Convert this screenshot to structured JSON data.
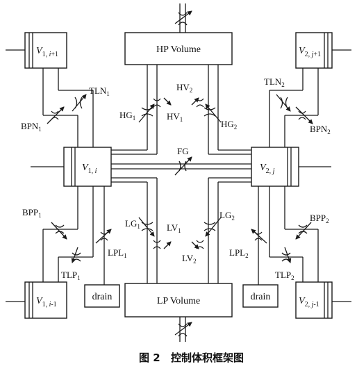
{
  "volumes": {
    "hp": "HP Volume",
    "lp": "LP Volume",
    "drain_left": "drain",
    "drain_right": "drain",
    "v1_i_plus": {
      "sym": "V",
      "sub": "1, ",
      "idx": "i",
      "suf": "+1"
    },
    "v2_j_plus": {
      "sym": "V",
      "sub": "2, ",
      "idx": "j",
      "suf": "+1"
    },
    "v1_i": {
      "sym": "V",
      "sub": "1, ",
      "idx": "i",
      "suf": ""
    },
    "v2_j": {
      "sym": "V",
      "sub": "2, ",
      "idx": "j",
      "suf": ""
    },
    "v1_i_minus": {
      "sym": "V",
      "sub": "1, ",
      "idx": "i",
      "suf": "-1"
    },
    "v2_j_minus": {
      "sym": "V",
      "sub": "2, ",
      "idx": "j",
      "suf": "-1"
    }
  },
  "labels": {
    "tln1": {
      "base": "TLN",
      "sub": "1"
    },
    "bpn1": {
      "base": "BPN",
      "sub": "1"
    },
    "hg1": {
      "base": "HG",
      "sub": "1"
    },
    "hv1": {
      "base": "HV",
      "sub": "1"
    },
    "hv2": {
      "base": "HV",
      "sub": "2"
    },
    "hg2": {
      "base": "HG",
      "sub": "2"
    },
    "tln2": {
      "base": "TLN",
      "sub": "2"
    },
    "bpn2": {
      "base": "BPN",
      "sub": "2"
    },
    "fg": {
      "base": "FG",
      "sub": ""
    },
    "bpp1": {
      "base": "BPP",
      "sub": "1"
    },
    "tlp1": {
      "base": "TLP",
      "sub": "1"
    },
    "lpl1": {
      "base": "LPL",
      "sub": "1"
    },
    "lg1": {
      "base": "LG",
      "sub": "1"
    },
    "lv1": {
      "base": "LV",
      "sub": "1"
    },
    "lv2": {
      "base": "LV",
      "sub": "2"
    },
    "lg2": {
      "base": "LG",
      "sub": "2"
    },
    "lpl2": {
      "base": "LPL",
      "sub": "2"
    },
    "bpp2": {
      "base": "BPP",
      "sub": "2"
    },
    "tlp2": {
      "base": "TLP",
      "sub": "2"
    }
  },
  "caption": {
    "fig": "图 2",
    "title": "控制体积框架图"
  }
}
